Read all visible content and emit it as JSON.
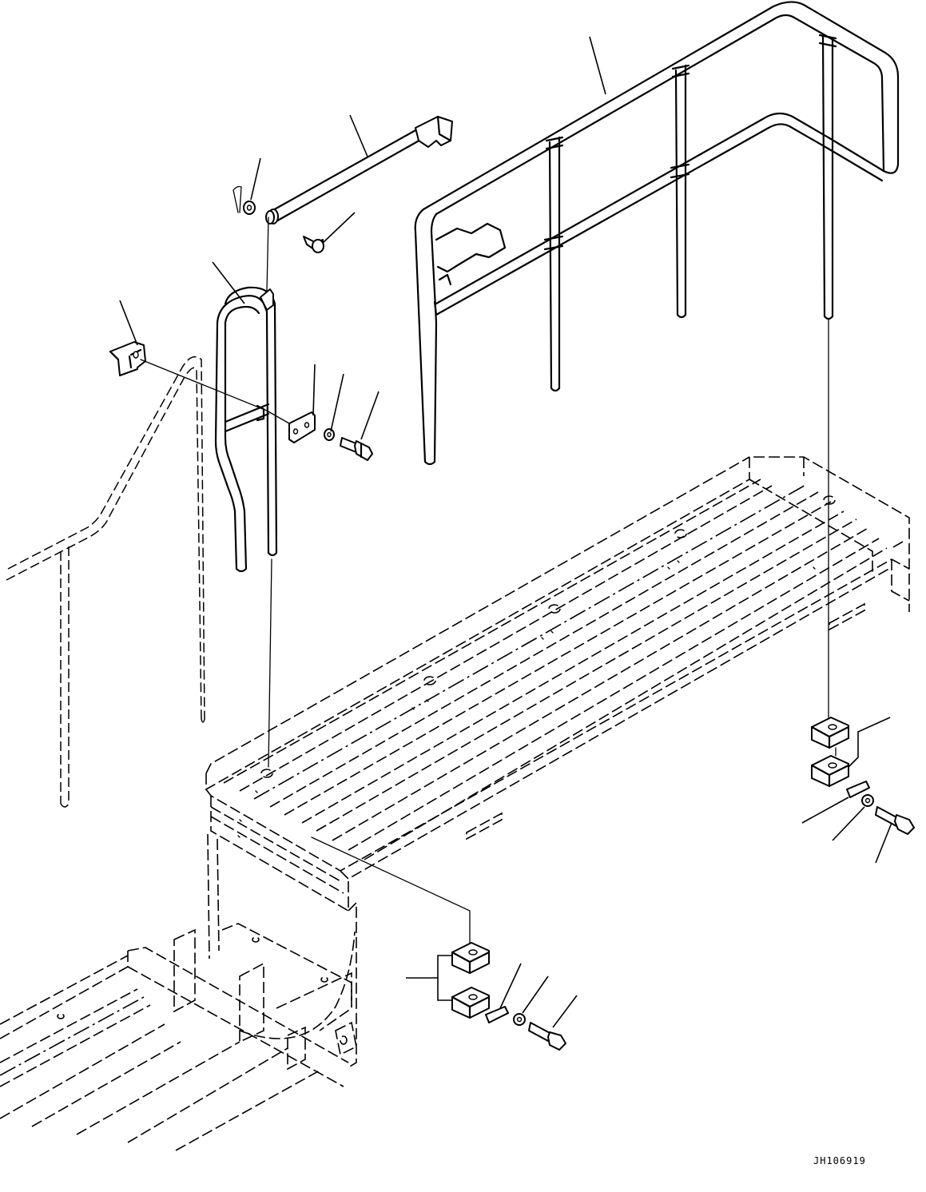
{
  "drawing": {
    "code": "JH106919"
  },
  "parts": [
    {
      "name": "main-handrail",
      "kind": "tube-rail"
    },
    {
      "name": "hinge-rod",
      "kind": "rod"
    },
    {
      "name": "small-handrail",
      "kind": "tube-rail"
    },
    {
      "name": "clip-bracket",
      "kind": "bracket"
    },
    {
      "name": "plate-bracket",
      "kind": "bracket"
    },
    {
      "name": "bolt",
      "kind": "fastener"
    },
    {
      "name": "washer",
      "kind": "fastener"
    },
    {
      "name": "clamp-block",
      "kind": "block"
    },
    {
      "name": "walkway-platform",
      "kind": "structure"
    },
    {
      "name": "frame-rail",
      "kind": "structure"
    }
  ]
}
